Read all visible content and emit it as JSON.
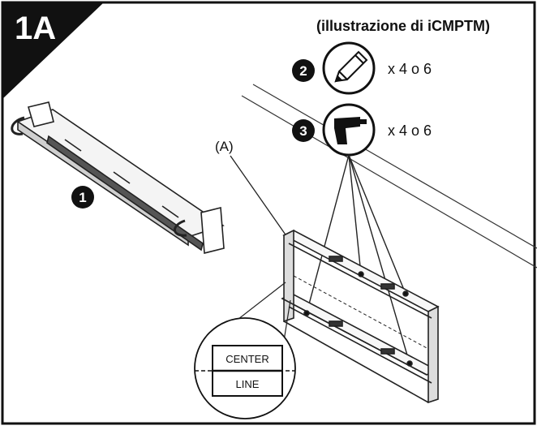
{
  "step": {
    "label": "1A"
  },
  "caption": "(illustrazione di iCMPTM)",
  "items": [
    {
      "number": "1",
      "name": "wall-rail"
    },
    {
      "number": "2",
      "icon": "pencil-icon",
      "quantity": "x 4 o 6"
    },
    {
      "number": "3",
      "icon": "drill-icon",
      "quantity": "x 4 o 6"
    }
  ],
  "callout": {
    "label": "(A)"
  },
  "detail": {
    "top": "CENTER",
    "bottom": "LINE"
  }
}
